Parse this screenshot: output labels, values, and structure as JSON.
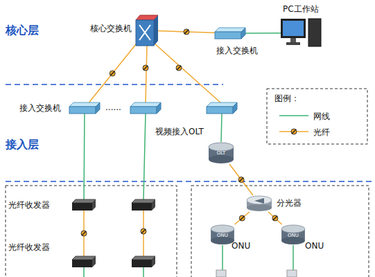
{
  "diagram": {
    "nodes": [
      {
        "text": [
          "核心交换机"
        ]
      },
      {
        "text": [
          "接入交换机"
        ]
      },
      {
        "text": [
          "PC工作站"
        ]
      },
      {
        "text": [
          "接入交换机"
        ]
      },
      {
        "text": [
          "视频接入OLT",
          "OLT"
        ]
      },
      {
        "text": [
          "分光器"
        ]
      },
      {
        "text": [
          "ONU",
          "ONU"
        ]
      },
      {
        "text": [
          "ONU",
          "ONU"
        ]
      },
      {
        "text": [
          "光纤收发器"
        ]
      },
      {
        "text": [
          "光纤收发器"
        ]
      }
    ],
    "edges": [
      {
        "from": 0,
        "to": 1,
        "arrow": "none"
      },
      {
        "from": 1,
        "to": 2,
        "arrow": "none"
      },
      {
        "from": 0,
        "to": 3,
        "arrow": "none"
      },
      {
        "from": 3,
        "to": 8,
        "arrow": "none"
      },
      {
        "from": 8,
        "to": 9,
        "arrow": "none"
      },
      {
        "from": 4,
        "to": 5,
        "arrow": "none"
      },
      {
        "from": 5,
        "to": 6,
        "arrow": "none"
      },
      {
        "from": 5,
        "to": 7,
        "arrow": "none"
      }
    ],
    "labels": [
      "核心层",
      "接入层",
      "......",
      "图例："
    ],
    "legend": [
      {
        "text": "网线"
      },
      {
        "text": "光纤"
      }
    ]
  }
}
